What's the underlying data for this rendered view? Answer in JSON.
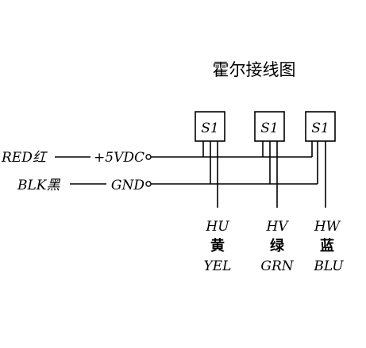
{
  "title": "霍尔接线图",
  "inputs": [
    {
      "label": "RED红",
      "signal": "+5VDC"
    },
    {
      "label": "BLK黑",
      "signal": "GND"
    }
  ],
  "sensors": [
    {
      "label": "S1",
      "output": "HU",
      "color_cn": "黄",
      "color_en": "YEL"
    },
    {
      "label": "S1",
      "output": "HV",
      "color_cn": "绿",
      "color_en": "GRN"
    },
    {
      "label": "S1",
      "output": "HW",
      "color_cn": "蓝",
      "color_en": "BLU"
    }
  ]
}
